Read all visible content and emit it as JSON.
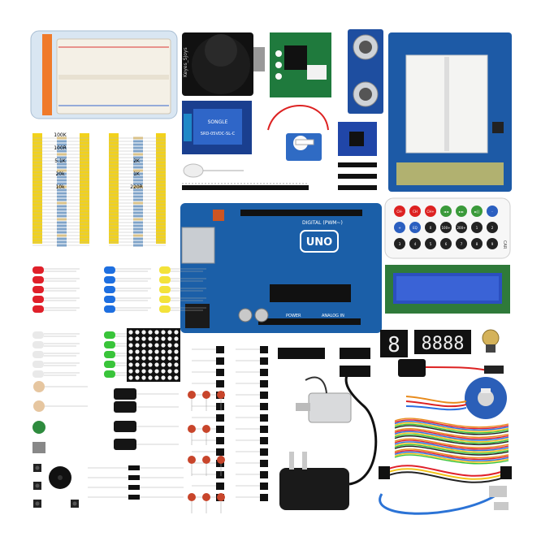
{
  "labels": {
    "rating_100k": "100K",
    "rating_100r": "100R",
    "rating_5k1": "5.1K",
    "rating_20k": "20k",
    "rating_10k": "10k",
    "rating_2k": "2K",
    "rating_1k": "1K",
    "rating_220r": "220R",
    "uno_logo": "UNO",
    "digital_pwm": "DIGITAL (PWM~)",
    "power": "POWER",
    "analog_in": "ANALOG IN",
    "relay_brand": "SONGLE",
    "relay_spec": "SRD-05VDC-SL-C",
    "joystick_label": "Keyes_SJoys",
    "remote_brand": "CAR"
  },
  "seven_seg_single": "8",
  "seven_seg_quad": "8888",
  "remote_keys": [
    "CH-",
    "CH",
    "CH+",
    "◄◄",
    "►►",
    "►||",
    "-",
    "+",
    "EQ",
    "0",
    "100+",
    "200+",
    "1",
    "2",
    "3",
    "4",
    "5",
    "6",
    "7",
    "8",
    "9"
  ],
  "colors": {
    "board_blue": "#1b5fa8",
    "pcb_green": "#2e8b3e",
    "resistor_tape": "#f2d21b",
    "led_red": "#e0202a",
    "led_blue": "#1e6fe0",
    "led_yellow": "#f3e23a",
    "led_green": "#39c43a",
    "lcd_screen": "#2b4fc0",
    "ceramic_cap": "#c8452b",
    "jumper_wire": "#e88b1c"
  }
}
